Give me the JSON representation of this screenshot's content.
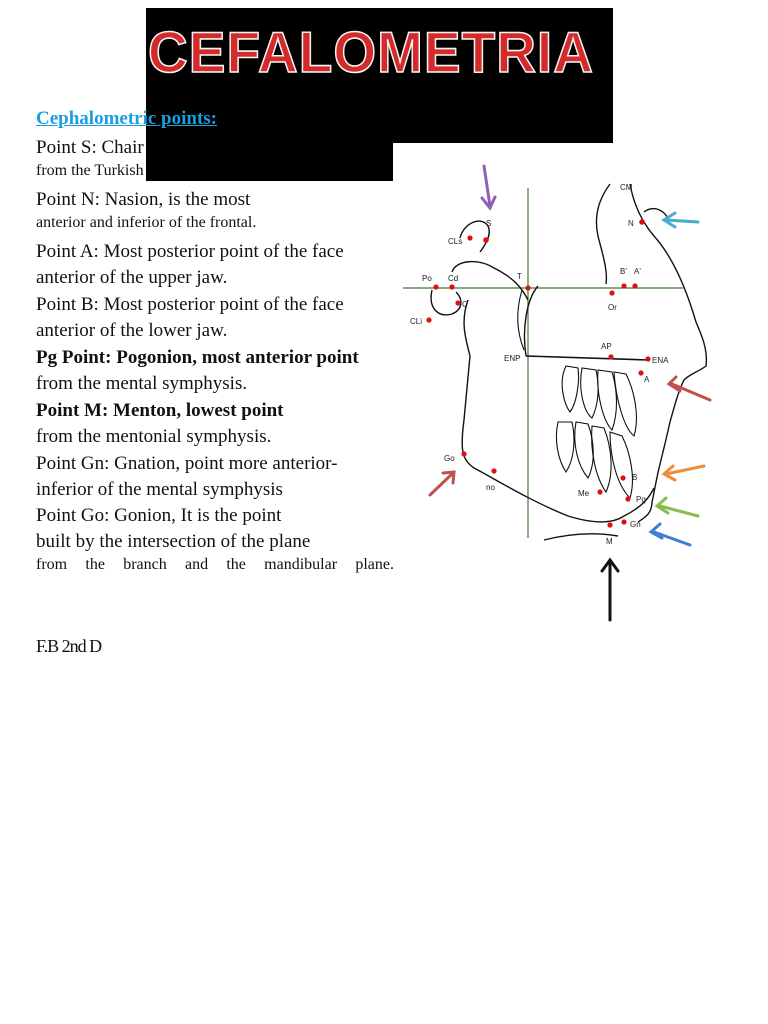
{
  "title": "CEFALOMETRIA",
  "heading": "Cephalometric points:",
  "lines": [
    "Point S: Chair",
    "from the Turkish",
    "Point N: Nasion, is the most",
    "anterior and inferior of the frontal.",
    "Point A: Most posterior point of the face",
    "anterior of the upper jaw.",
    "Point B: Most posterior point of the face",
    "anterior of the lower jaw.",
    "Pg Point: Pogonion, most anterior point",
    "from the mental symphysis.",
    "Point M: Menton, lowest point",
    "from the mentonial symphysis.",
    "Point Gn: Gnation, point more anterior-",
    "inferior of the mental symphysis",
    "Point Go: Gonion, It is the point",
    "built by the intersection of the plane"
  ],
  "justified_words": [
    "from",
    "the",
    "branch",
    "and",
    "the",
    "mandibular",
    "plane."
  ],
  "footer": "F.B 2nd D",
  "diagram_labels": {
    "cm": "CM",
    "n": "N",
    "s": "S",
    "cls": "CLs",
    "po": "Po",
    "cd": "Cd",
    "t": "T",
    "b_prime": "B'",
    "a_prime": "A'",
    "or": "Or",
    "cli": "CLi",
    "c": "C",
    "enp": "ENP",
    "ap": "AP",
    "ena": "ENA",
    "a": "A",
    "go": "Go",
    "no": "no",
    "b": "B",
    "me": "Me",
    "pg": "Pg",
    "gn": "Gn",
    "m": "M"
  },
  "colors": {
    "title_red": "#d42a2a",
    "heading_blue": "#19a0e0",
    "point_red": "#dd1111"
  }
}
